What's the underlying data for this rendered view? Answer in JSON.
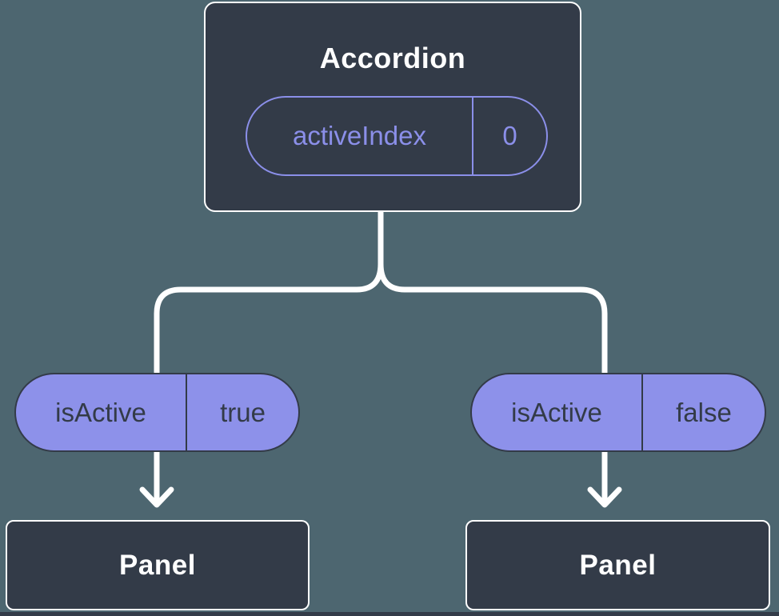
{
  "diagram": {
    "root": {
      "title": "Accordion",
      "state_pill": {
        "label": "activeIndex",
        "value": "0"
      }
    },
    "children": [
      {
        "prop_pill": {
          "label": "isActive",
          "value": "true"
        },
        "node": {
          "title": "Panel"
        }
      },
      {
        "prop_pill": {
          "label": "isActive",
          "value": "false"
        },
        "node": {
          "title": "Panel"
        }
      }
    ]
  },
  "colors": {
    "background": "#4D6670",
    "node_fill": "#333B48",
    "node_border": "#FFFFFF",
    "accent_purple": "#8B8FE9",
    "prop_pill_fill": "#8D91EA",
    "text_light": "#FFFFFF",
    "text_dark": "#333B48",
    "connector": "#FFFFFF"
  }
}
